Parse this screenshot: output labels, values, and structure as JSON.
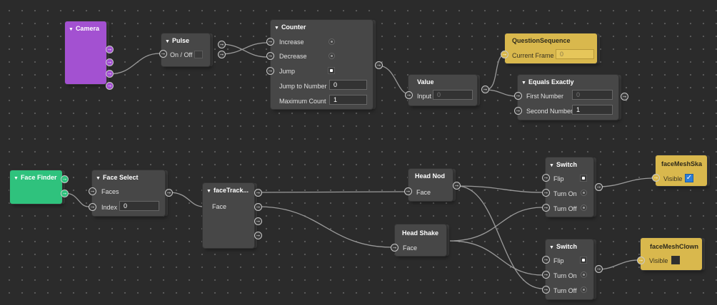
{
  "nodes": {
    "camera": {
      "title": "Camera"
    },
    "pulse": {
      "title": "Pulse",
      "on_off": "On / Off"
    },
    "counter": {
      "title": "Counter",
      "increase": "Increase",
      "decrease": "Decrease",
      "jump": "Jump",
      "jump_to_number_label": "Jump to Number",
      "jump_to_number_value": "0",
      "maximum_count_label": "Maximum Count",
      "maximum_count_value": "1"
    },
    "question_sequence": {
      "title": "QuestionSequence",
      "current_frame_label": "Current Frame",
      "current_frame_value": "0"
    },
    "value": {
      "title": "Value",
      "input_label": "Input",
      "input_value": "0"
    },
    "equals_exactly": {
      "title": "Equals Exactly",
      "first_number_label": "First Number",
      "first_number_value": "0",
      "second_number_label": "Second Number",
      "second_number_value": "1"
    },
    "face_finder": {
      "title": "Face Finder"
    },
    "face_select": {
      "title": "Face Select",
      "faces_label": "Faces",
      "index_label": "Index",
      "index_value": "0"
    },
    "face_tracker": {
      "title": "faceTrack...",
      "face_label": "Face"
    },
    "head_nod": {
      "title": "Head Nod",
      "face_label": "Face"
    },
    "head_shake": {
      "title": "Head Shake",
      "face_label": "Face"
    },
    "switch_1": {
      "title": "Switch",
      "flip": "Flip",
      "turn_on": "Turn On",
      "turn_off": "Turn Off"
    },
    "switch_2": {
      "title": "Switch",
      "flip": "Flip",
      "turn_on": "Turn On",
      "turn_off": "Turn Off"
    },
    "face_mesh_ska": {
      "title": "faceMeshSka",
      "visible_label": "Visible",
      "visible_checked": true
    },
    "face_mesh_clown": {
      "title": "faceMeshClown",
      "visible_label": "Visible",
      "visible_checked": false
    }
  },
  "colors": {
    "canvas": "#2b2b2b",
    "node": "#474747",
    "wire": "#9a9a9a",
    "asset": "#d9b84d",
    "camera": "#a351d1",
    "face_finder": "#2fc27d",
    "check_accent": "#2e7ed6"
  }
}
